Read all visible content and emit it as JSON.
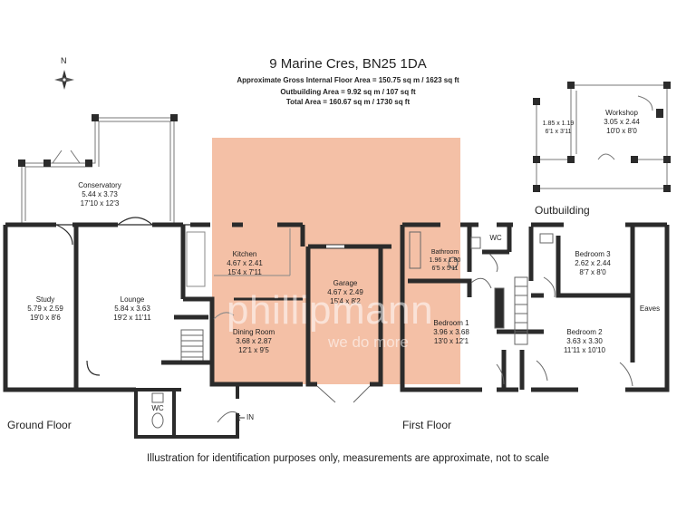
{
  "header": {
    "title": "9 Marine Cres, BN25 1DA",
    "main_area": "Approximate Gross Internal Floor Area = 150.75 sq m / 1623 sq ft",
    "outbuilding_area": "Outbuilding Area = 9.92 sq m / 107 sq ft",
    "total_area": "Total Area = 160.67 sq m / 1730 sq ft"
  },
  "compass": {
    "label": "N"
  },
  "labels": {
    "ground_floor": "Ground Floor",
    "first_floor": "First Floor",
    "outbuilding": "Outbuilding",
    "entrance": "IN"
  },
  "rooms": {
    "conservatory": {
      "name": "Conservatory",
      "dims": "5.44 x 3.73",
      "imperial": "17'10 x 12'3"
    },
    "study": {
      "name": "Study",
      "dims": "5.79 x 2.59",
      "imperial": "19'0 x 8'6"
    },
    "lounge": {
      "name": "Lounge",
      "dims": "5.84 x 3.63",
      "imperial": "19'2 x 11'11"
    },
    "kitchen": {
      "name": "Kitchen",
      "dims": "4.67 x 2.41",
      "imperial": "15'4 x 7'11"
    },
    "dining": {
      "name": "Dining Room",
      "dims": "3.68 x 2.87",
      "imperial": "12'1 x 9'5"
    },
    "garage": {
      "name": "Garage",
      "dims": "4.67 x 2.49",
      "imperial": "15'4 x 8'2"
    },
    "wc_ground": {
      "name": "WC"
    },
    "bathroom": {
      "name": "Bathroom",
      "dims": "1.96 x 1.80",
      "imperial": "6'5 x 5'11"
    },
    "wc_first": {
      "name": "WC"
    },
    "bedroom1": {
      "name": "Bedroom 1",
      "dims": "3.96 x 3.68",
      "imperial": "13'0 x 12'1"
    },
    "bedroom2": {
      "name": "Bedroom 2",
      "dims": "3.63 x 3.30",
      "imperial": "11'11 x 10'10"
    },
    "bedroom3": {
      "name": "Bedroom 3",
      "dims": "2.62 x 2.44",
      "imperial": "8'7 x 8'0"
    },
    "eaves": {
      "name": "Eaves"
    },
    "store": {
      "dims": "1.85 x 1.19",
      "imperial": "6'1 x 3'11"
    },
    "workshop": {
      "name": "Workshop",
      "dims": "3.05 x 2.44",
      "imperial": "10'0 x 8'0"
    }
  },
  "watermark": {
    "name": "phillipmann",
    "tagline": "we do more"
  },
  "colors": {
    "wall": "#2b2b2b",
    "watermark_panel": "#f2b596",
    "fixtures": "#8a8a8a"
  },
  "disclaimer": "Illustration for identification purposes only, measurements are approximate, not to scale"
}
